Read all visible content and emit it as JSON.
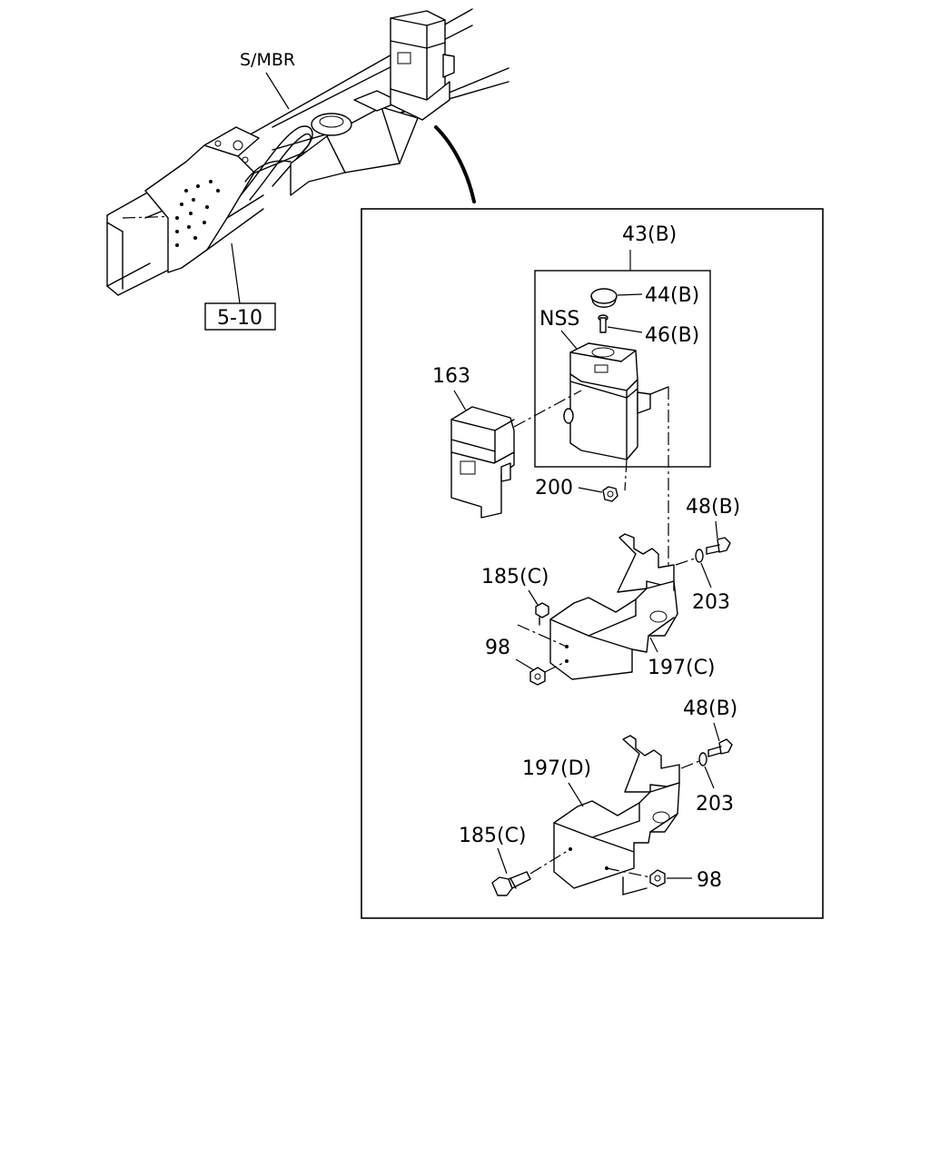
{
  "diagram": {
    "overview": {
      "member_label": "S/MBR",
      "reference_box_label": "5-10"
    },
    "detail": {
      "assembly_label": "43(B)",
      "callouts": {
        "cap": "44(B)",
        "fitting": "46(B)",
        "not_serviced": "NSS",
        "cover": "163",
        "nut_upper": "200",
        "bolt_c_right": "48(B)",
        "washer_c": "203",
        "bolt_c_left": "185(C)",
        "nut_c": "98",
        "bracket_c": "197(C)",
        "bolt_d_right": "48(B)",
        "washer_d": "203",
        "bracket_d": "197(D)",
        "bolt_d_left": "185(C)",
        "nut_d": "98"
      }
    }
  }
}
